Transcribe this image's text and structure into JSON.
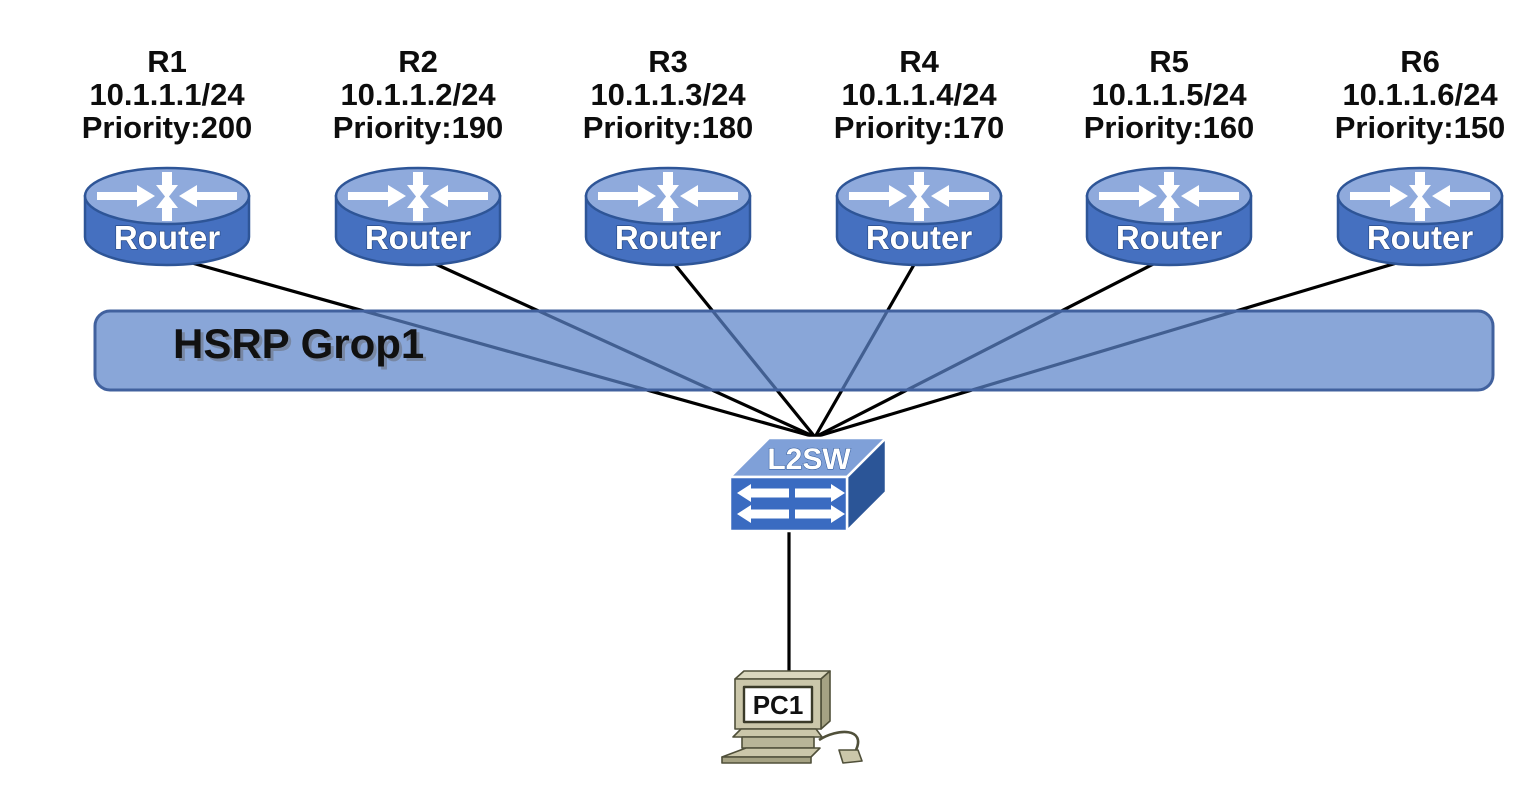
{
  "hsrp_bar": {
    "label": "HSRP Grop1",
    "fill": "#5b83c9",
    "border": "#41619e"
  },
  "routers": [
    {
      "name": "R1",
      "ip": "10.1.1.1/24",
      "priority": "Priority:200",
      "icon_label": "Router"
    },
    {
      "name": "R2",
      "ip": "10.1.1.2/24",
      "priority": "Priority:190",
      "icon_label": "Router"
    },
    {
      "name": "R3",
      "ip": "10.1.1.3/24",
      "priority": "Priority:180",
      "icon_label": "Router"
    },
    {
      "name": "R4",
      "ip": "10.1.1.4/24",
      "priority": "Priority:170",
      "icon_label": "Router"
    },
    {
      "name": "R5",
      "ip": "10.1.1.5/24",
      "priority": "Priority:160",
      "icon_label": "Router"
    },
    {
      "name": "R6",
      "ip": "10.1.1.6/24",
      "priority": "Priority:150",
      "icon_label": "Router"
    }
  ],
  "switch": {
    "label": "L2SW"
  },
  "pc": {
    "label": "PC1"
  },
  "colors": {
    "router_body": "#4570c0",
    "router_top": "#8faadc",
    "router_outline": "#2e5597",
    "switch_front": "#3a6bc1",
    "switch_top": "#7fa0d8",
    "switch_side": "#2b5597",
    "pc_body": "#cbc7aa",
    "pc_shade": "#a5a283",
    "pc_outline": "#50503a",
    "link": "#000000"
  }
}
